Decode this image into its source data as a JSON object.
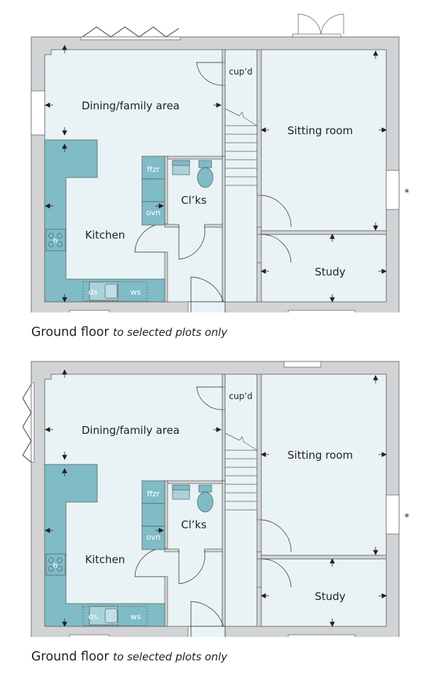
{
  "colors": {
    "wall": "#d1d3d4",
    "floor": "#e9f3f6",
    "units": "#7fbcc6",
    "line": "#58595b",
    "text": "#231f20"
  },
  "plans": [
    {
      "variant": "bifold-top",
      "rooms": {
        "dining": "Dining/family area",
        "cupd": "cup’d",
        "sitting": "Sitting room",
        "clks": "Cl’ks",
        "kitchen": "Kitchen",
        "study": "Study"
      },
      "fittings": {
        "ffzr": "ffzr",
        "ovn": "ovn",
        "hob": "h",
        "ds": "ds",
        "ws": "ws"
      },
      "asterisk": "*",
      "caption": {
        "title": "Ground floor",
        "note": "to selected plots only"
      }
    },
    {
      "variant": "bifold-side",
      "rooms": {
        "dining": "Dining/family area",
        "cupd": "cup’d",
        "sitting": "Sitting room",
        "clks": "Cl’ks",
        "kitchen": "Kitchen",
        "study": "Study"
      },
      "fittings": {
        "ffzr": "ffzr",
        "ovn": "ovn",
        "hob": "h",
        "ds": "ds",
        "ws": "ws"
      },
      "asterisk": "*",
      "caption": {
        "title": "Ground floor",
        "note": "to selected plots only"
      }
    }
  ]
}
